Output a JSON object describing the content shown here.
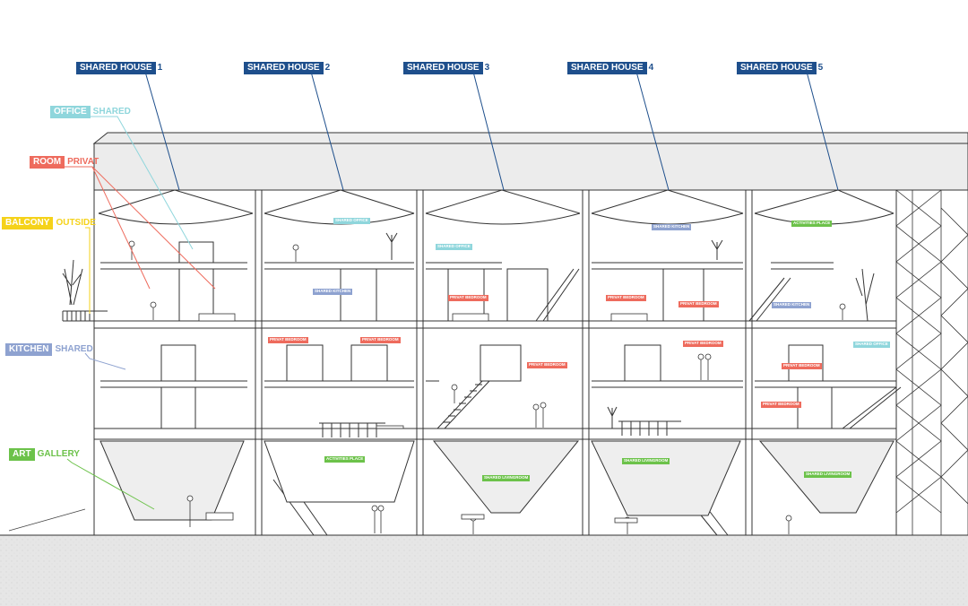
{
  "colors": {
    "navy": "#1e4f8c",
    "cyan": "#8fd6dc",
    "red": "#ee6b5d",
    "yellow": "#f5d21a",
    "lavender": "#8ea2d0",
    "green": "#6cc24a",
    "ground": "#e4e4e4",
    "line": "#2a2a2a"
  },
  "houses": [
    {
      "name": "SHARED HOUSE",
      "num": "1"
    },
    {
      "name": "SHARED HOUSE",
      "num": "2"
    },
    {
      "name": "SHARED HOUSE",
      "num": "3"
    },
    {
      "name": "SHARED HOUSE",
      "num": "4"
    },
    {
      "name": "SHARED HOUSE",
      "num": "5"
    }
  ],
  "legend": {
    "office": {
      "box": "OFFICE",
      "text": "SHARED"
    },
    "room": {
      "box": "ROOM",
      "text": "PRIVAT"
    },
    "balcony": {
      "box": "BALCONY",
      "text": "OUTSIDE"
    },
    "kitchen": {
      "box": "KITCHEN",
      "text": "SHARED"
    },
    "art": {
      "box": "ART",
      "text": "GALLERY"
    }
  },
  "room_tags": {
    "shared_office": "SHARED OFFICE",
    "shared_kitchen": "SHARED KITCHEN",
    "privat_bedroom": "PRIVAT BEDROOM",
    "activities_place": "ACTIVITIES PLACE",
    "shared_livingroom": "SHARED LIVINGROOM"
  }
}
